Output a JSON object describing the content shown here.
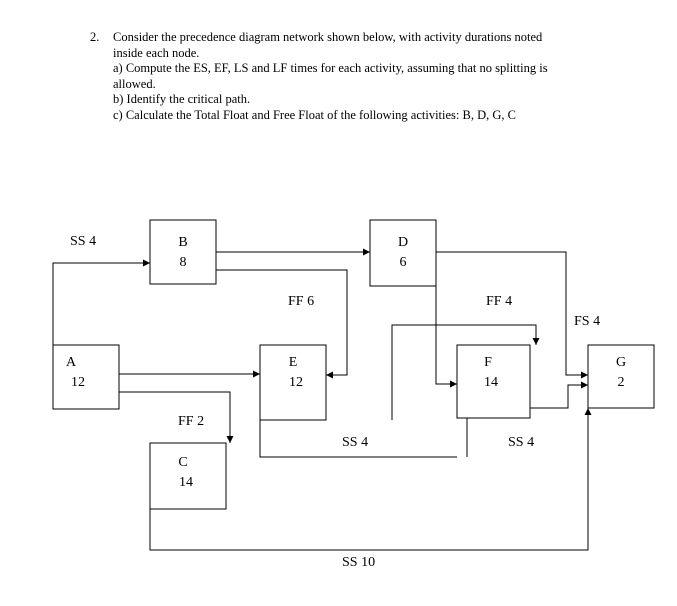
{
  "question": {
    "number": "2.",
    "intro_line1": "Consider the precedence diagram network shown below, with activity durations noted",
    "intro_line2": "inside each node.",
    "part_a_line1": "a) Compute the ES, EF, LS and LF times for each activity, assuming that no splitting is",
    "part_a_line2": "allowed.",
    "part_b": "b) Identify the critical path.",
    "part_c": "c) Calculate the Total Float and Free Float of the following activities: B, D, G, C"
  },
  "diagram": {
    "nodes": {
      "A": {
        "label": "A",
        "duration": "12"
      },
      "B": {
        "label": "B",
        "duration": "8"
      },
      "C": {
        "label": "C",
        "duration": "14"
      },
      "D": {
        "label": "D",
        "duration": "6"
      },
      "E": {
        "label": "E",
        "duration": "12"
      },
      "F": {
        "label": "F",
        "duration": "14"
      },
      "G": {
        "label": "G",
        "duration": "2"
      }
    },
    "relations": {
      "ss4_a_b": "SS 4",
      "ff6_b_e": "FF 6",
      "ff4_e_f": "FF 4",
      "fs4_d_g": "FS 4",
      "ff2_a_c": "FF 2",
      "ss4_e_f": "SS 4",
      "ss4_f_g": "SS 4",
      "ss10_c_g": "SS 10"
    }
  }
}
